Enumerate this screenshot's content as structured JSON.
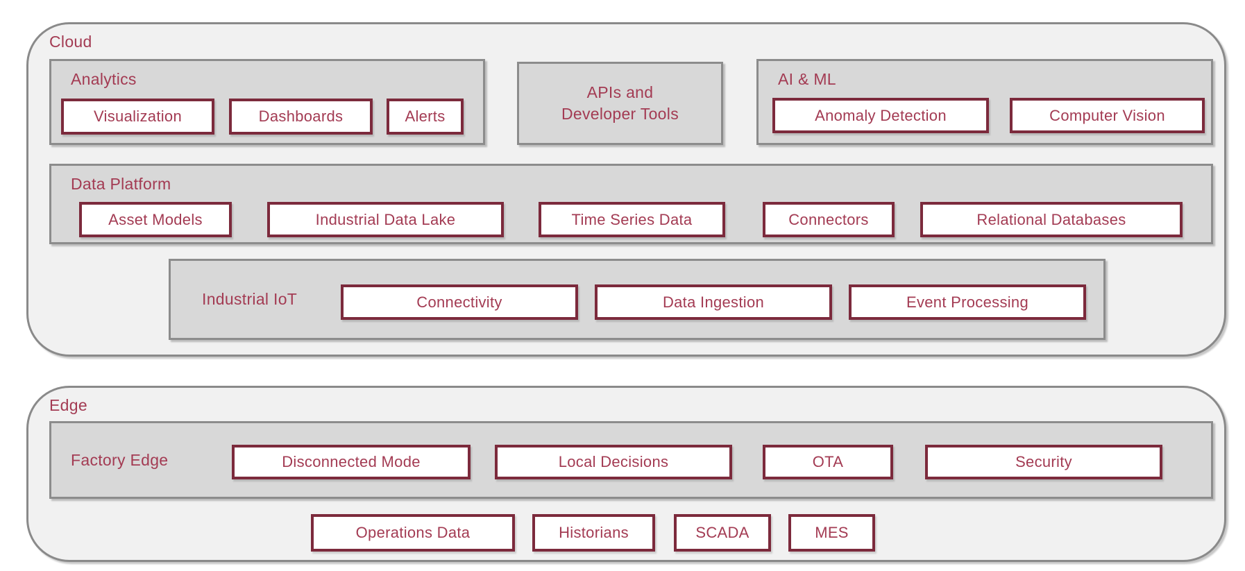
{
  "colors": {
    "accent": "#a33b53",
    "node_border": "#7c2a3c",
    "node_bg": "#ffffff",
    "group_bg": "#d8d8d8",
    "group_border": "#8c8c8c",
    "zone_bg": "#f1f1f1",
    "zone_border": "#8a8a8a"
  },
  "cloud": {
    "label": "Cloud",
    "analytics": {
      "label": "Analytics",
      "items": [
        "Visualization",
        "Dashboards",
        "Alerts"
      ]
    },
    "apis": {
      "label": "APIs and Developer Tools"
    },
    "ai_ml": {
      "label": "AI & ML",
      "items": [
        "Anomaly Detection",
        "Computer Vision"
      ]
    },
    "data_platform": {
      "label": "Data Platform",
      "items": [
        "Asset Models",
        "Industrial Data Lake",
        "Time Series Data",
        "Connectors",
        "Relational Databases"
      ]
    },
    "industrial_iot": {
      "label": "Industrial IoT",
      "items": [
        "Connectivity",
        "Data Ingestion",
        "Event Processing"
      ]
    }
  },
  "edge": {
    "label": "Edge",
    "factory_edge": {
      "label": "Factory Edge",
      "items": [
        "Disconnected Mode",
        "Local Decisions",
        "OTA",
        "Security"
      ]
    },
    "items": [
      "Operations Data",
      "Historians",
      "SCADA",
      "MES"
    ]
  }
}
